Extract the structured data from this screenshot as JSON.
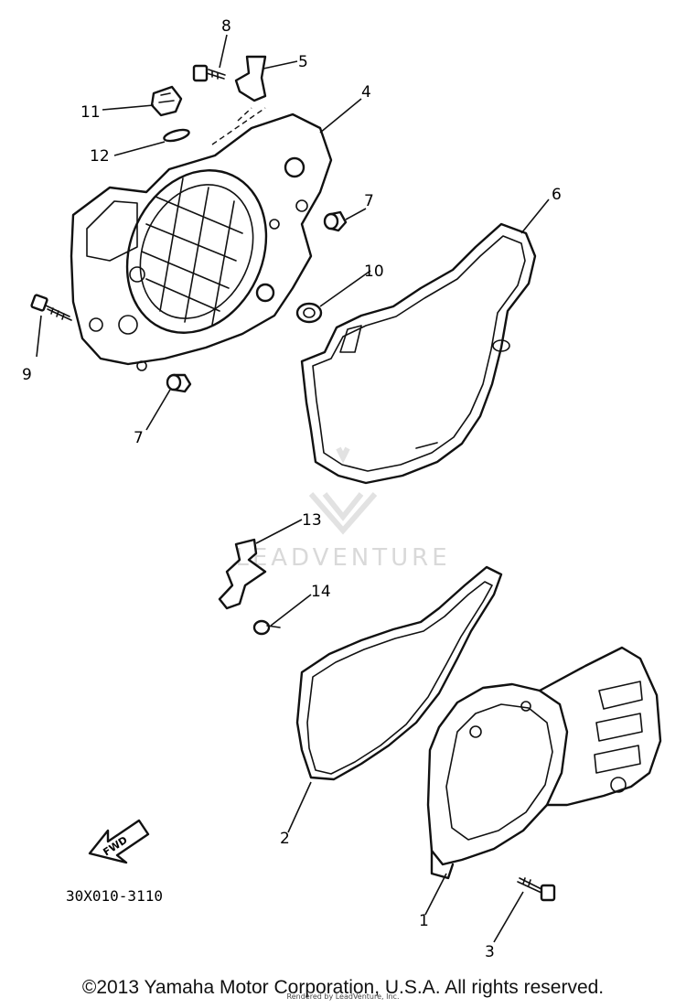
{
  "diagram": {
    "callouts": [
      {
        "id": "1",
        "label": "1"
      },
      {
        "id": "2",
        "label": "2"
      },
      {
        "id": "3",
        "label": "3"
      },
      {
        "id": "4",
        "label": "4"
      },
      {
        "id": "5",
        "label": "5"
      },
      {
        "id": "6",
        "label": "6"
      },
      {
        "id": "7a",
        "label": "7"
      },
      {
        "id": "7b",
        "label": "7"
      },
      {
        "id": "8",
        "label": "8"
      },
      {
        "id": "9",
        "label": "9"
      },
      {
        "id": "10",
        "label": "10"
      },
      {
        "id": "11",
        "label": "11"
      },
      {
        "id": "12",
        "label": "12"
      },
      {
        "id": "13",
        "label": "13"
      },
      {
        "id": "14",
        "label": "14"
      }
    ],
    "fwd_label": "FWD",
    "drawing_code": "30X010-3110",
    "watermark": "LEADVENTURE",
    "small_credit": "Rendered by LeadVenture, Inc."
  },
  "footer": {
    "copyright": "©2013 Yamaha Motor Corporation, U.S.A. All rights reserved."
  }
}
